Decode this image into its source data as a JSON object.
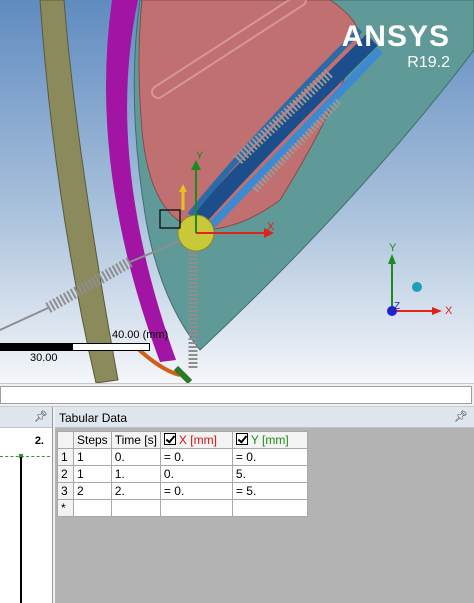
{
  "brand": {
    "name": "ANSYS",
    "version": "R19.2"
  },
  "colors": {
    "x_axis": "#e0221b",
    "y_axis": "#1c8a1c",
    "z_axis": "#2222cc",
    "panel_header": "#dfe6ee"
  },
  "viewport": {
    "axis_labels": {
      "x": "X",
      "y": "Y",
      "z": "Z"
    },
    "scale": {
      "top": "40.00 (mm)",
      "bottom": "30.00"
    }
  },
  "left_panel": {
    "pin_icon": "pin-icon",
    "value": "2."
  },
  "tabular": {
    "title": "Tabular Data",
    "pin_icon": "pin-icon",
    "columns": {
      "steps": "Steps",
      "time": "Time [s]",
      "x": "X [mm]",
      "y": "Y [mm]"
    },
    "rows": [
      {
        "index": "1",
        "step": "1",
        "time": "0.",
        "x": "= 0.",
        "y": "= 0."
      },
      {
        "index": "2",
        "step": "1",
        "time": "1.",
        "x": "0.",
        "y": "5."
      },
      {
        "index": "3",
        "step": "2",
        "time": "2.",
        "x": "= 0.",
        "y": "= 5."
      }
    ],
    "new_row_marker": "*"
  }
}
